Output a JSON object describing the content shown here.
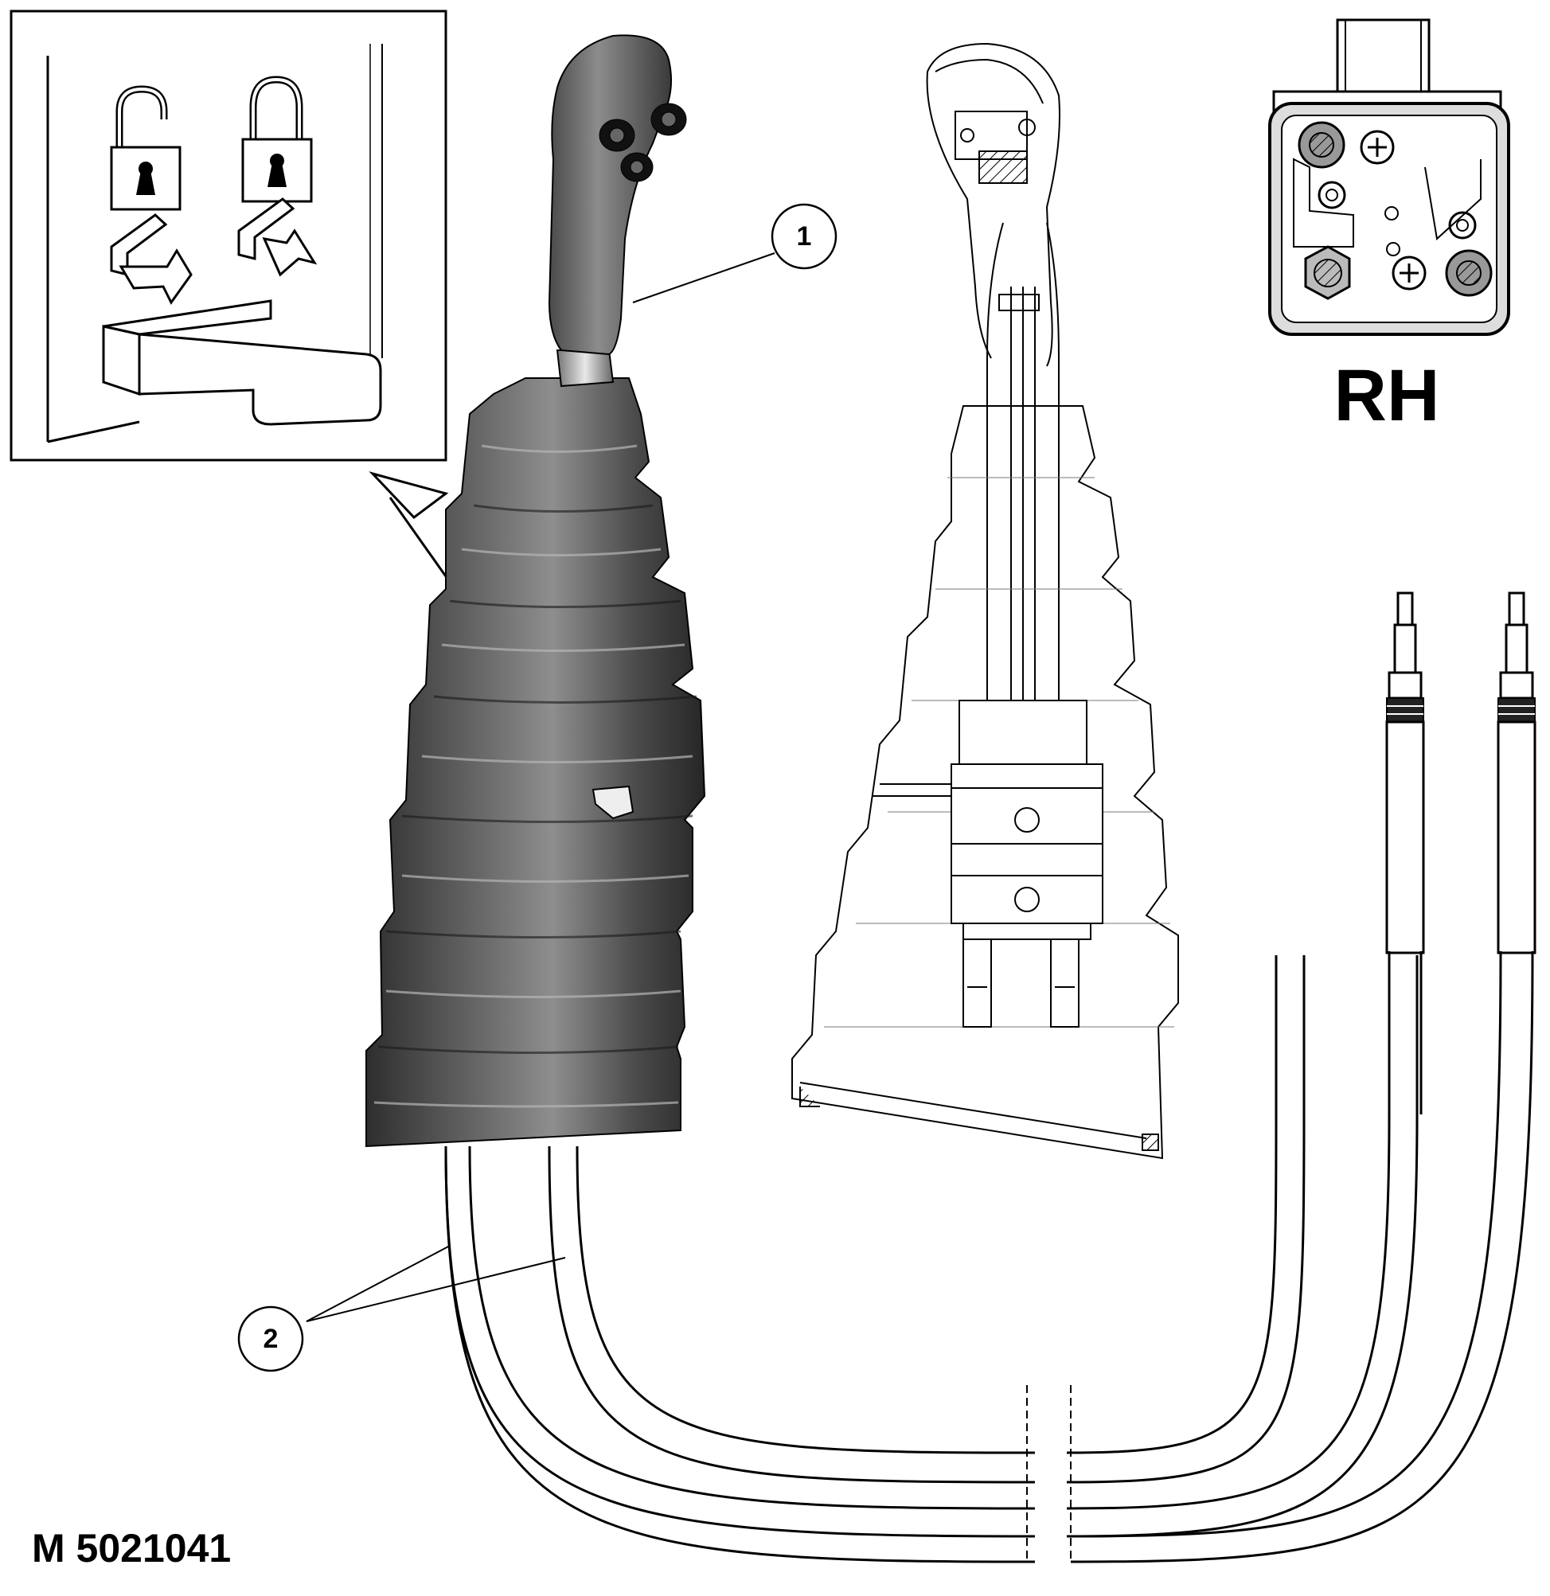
{
  "diagram": {
    "figure_code": "M 5021041",
    "side_label": "RH",
    "callouts": [
      {
        "id": "1",
        "label": "1"
      },
      {
        "id": "2",
        "label": "2"
      }
    ],
    "inset_icons": [
      "unlock-icon",
      "lock-icon",
      "unlock-arrow-icon",
      "lock-arrow-icon"
    ],
    "colors": {
      "line": "#000000",
      "rubber_dark": "#3a3a3a",
      "rubber_mid": "#5c5c5c",
      "rubber_light": "#8a8a8a",
      "background": "#ffffff"
    }
  }
}
